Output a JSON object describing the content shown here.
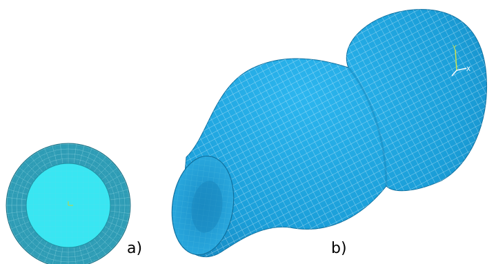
{
  "panels": {
    "a": {
      "label": "a)"
    },
    "b": {
      "label": "b)",
      "triad": {
        "y": "Y",
        "x": "X"
      }
    }
  },
  "colors": {
    "mesh_surface": "#1fa6e0",
    "mesh_line": "#d8eef8",
    "disk_outer": "#2e9cb5",
    "disk_inner": "#39e6f2",
    "background": "#ffffff"
  }
}
